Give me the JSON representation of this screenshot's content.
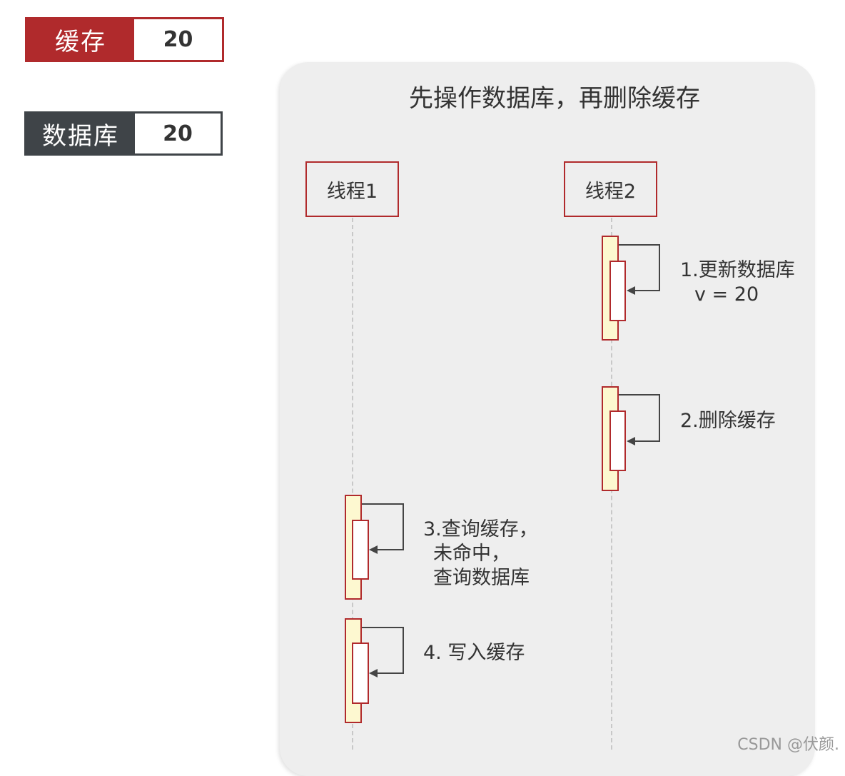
{
  "cache": {
    "label": "缓存",
    "value": "20"
  },
  "database": {
    "label": "数据库",
    "value": "20"
  },
  "diagram": {
    "title": "先操作数据库，再删除缓存",
    "threads": [
      "线程1",
      "线程2"
    ],
    "steps": {
      "s1": {
        "line1": "1.更新数据库",
        "line2": "v = 20"
      },
      "s2": {
        "line1": "2.删除缓存"
      },
      "s3": {
        "line1": "3.查询缓存，",
        "line2": "未命中，",
        "line3": "查询数据库"
      },
      "s4": {
        "line1": "4. 写入缓存"
      }
    }
  },
  "watermark": "CSDN @伏颜."
}
